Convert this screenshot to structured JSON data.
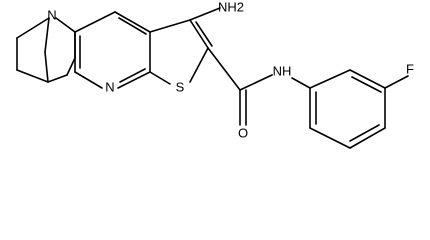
{
  "atoms": {
    "n_bridgehead": "N",
    "n_pyridine": "N",
    "s_thiophene": "S",
    "amino": "NH2",
    "amide_nh": "NH",
    "carbonyl_o": "O",
    "fluorine": "F"
  },
  "colors": {
    "ink": "#000000",
    "background": "#ffffff"
  }
}
